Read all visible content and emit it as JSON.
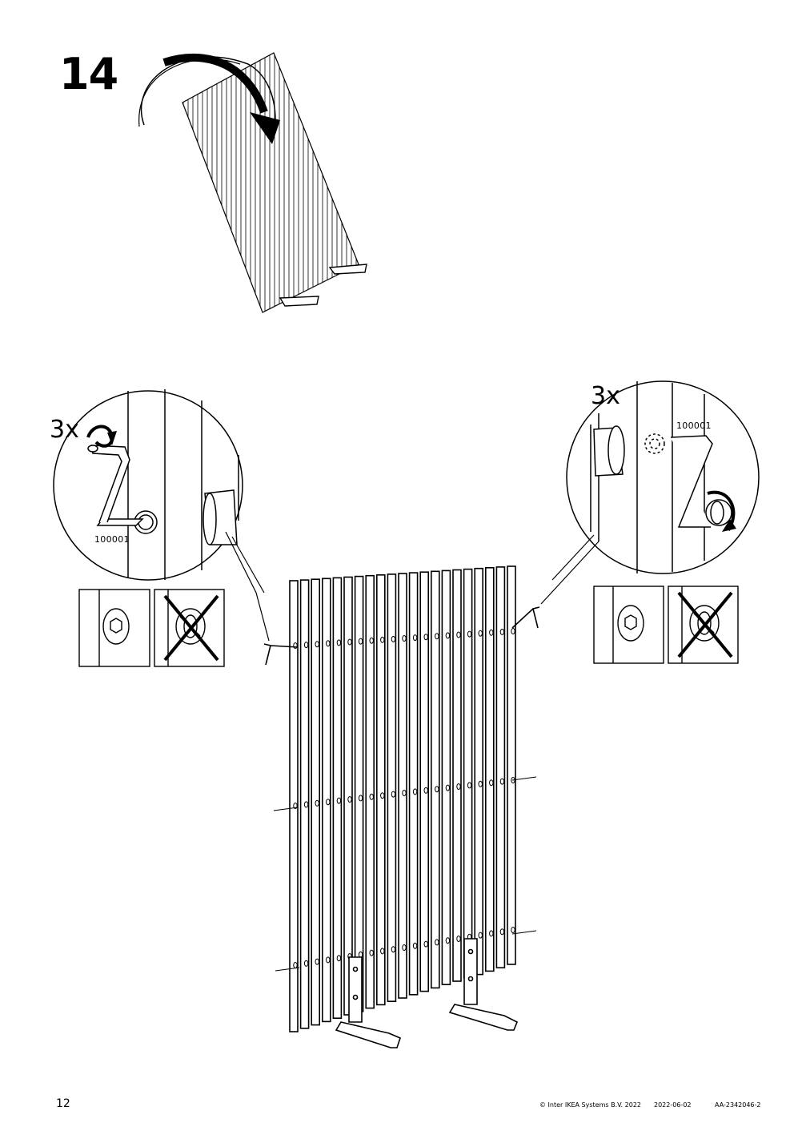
{
  "step": {
    "number": "14"
  },
  "details": {
    "left": {
      "quantity": "3x",
      "part_number": "100001"
    },
    "right": {
      "quantity": "3x",
      "part_number": "100001"
    }
  },
  "footer": {
    "page_number": "12",
    "copyright": "© Inter IKEA Systems B.V. 2022",
    "date": "2022-06-02",
    "document_code": "AA-2342046-2"
  },
  "icons": [
    "rotate-arrow-icon",
    "allen-key-icon",
    "bolt-head-icon",
    "cross-out-icon"
  ]
}
